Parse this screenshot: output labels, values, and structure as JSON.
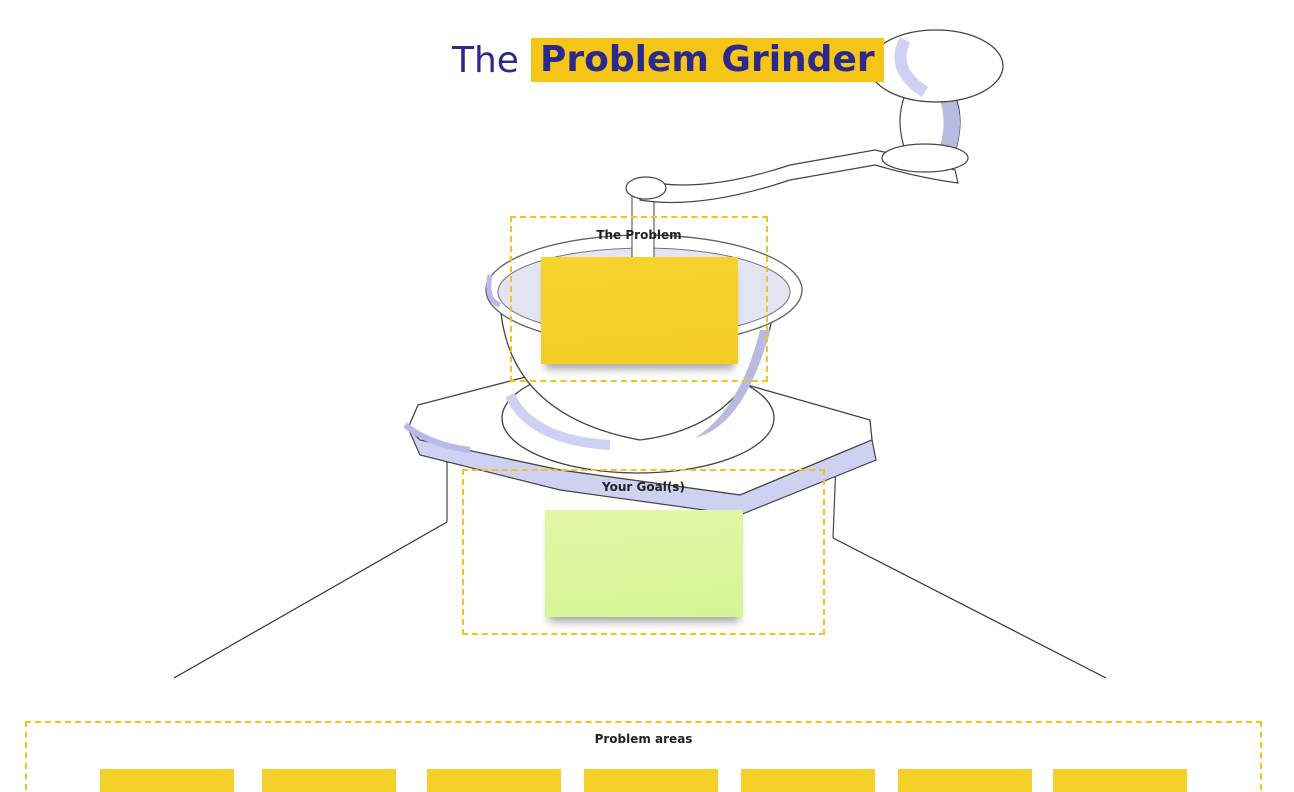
{
  "title": {
    "prefix": "The",
    "highlight": "Problem Grinder"
  },
  "frames": {
    "problem": {
      "label": "The Problem"
    },
    "goals": {
      "label": "Your Goal(s)"
    },
    "areas": {
      "label": "Problem areas"
    }
  },
  "colors": {
    "title_text": "#2b2a8c",
    "title_highlight": "#f5c518",
    "frame_border": "#f2c318",
    "sticky_yellow": "#f5d02a",
    "sticky_green": "#d6f595",
    "grinder_shade": "#cfd1f2"
  },
  "icons": {
    "grinder": "coffee-grinder-illustration"
  }
}
